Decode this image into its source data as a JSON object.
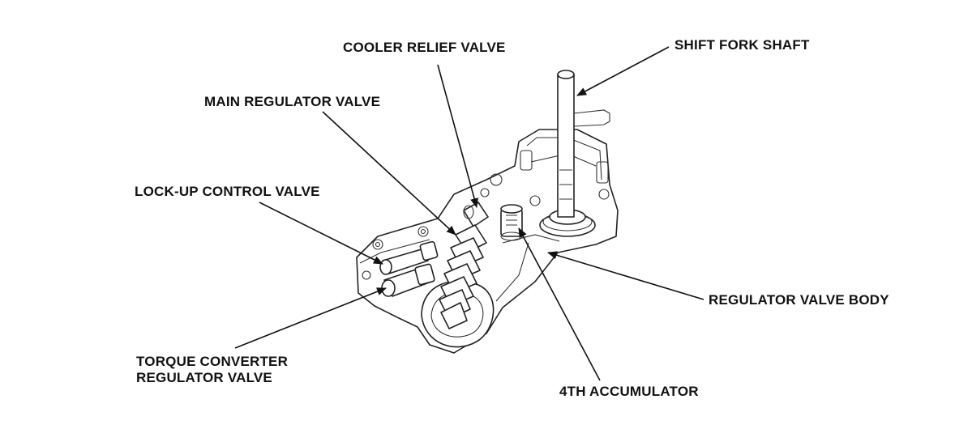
{
  "diagram": {
    "labels": {
      "cooler_relief_valve": "COOLER RELIEF VALVE",
      "shift_fork_shaft": "SHIFT FORK SHAFT",
      "main_regulator_valve": "MAIN REGULATOR VALVE",
      "lock_up_control_valve": "LOCK-UP CONTROL VALVE",
      "regulator_valve_body": "REGULATOR VALVE BODY",
      "torque_converter_line1": "TORQUE CONVERTER",
      "torque_converter_line2": "REGULATOR VALVE",
      "fourth_accumulator": "4TH ACCUMULATOR"
    },
    "colors": {
      "line": "#111111",
      "background": "#ffffff"
    }
  }
}
